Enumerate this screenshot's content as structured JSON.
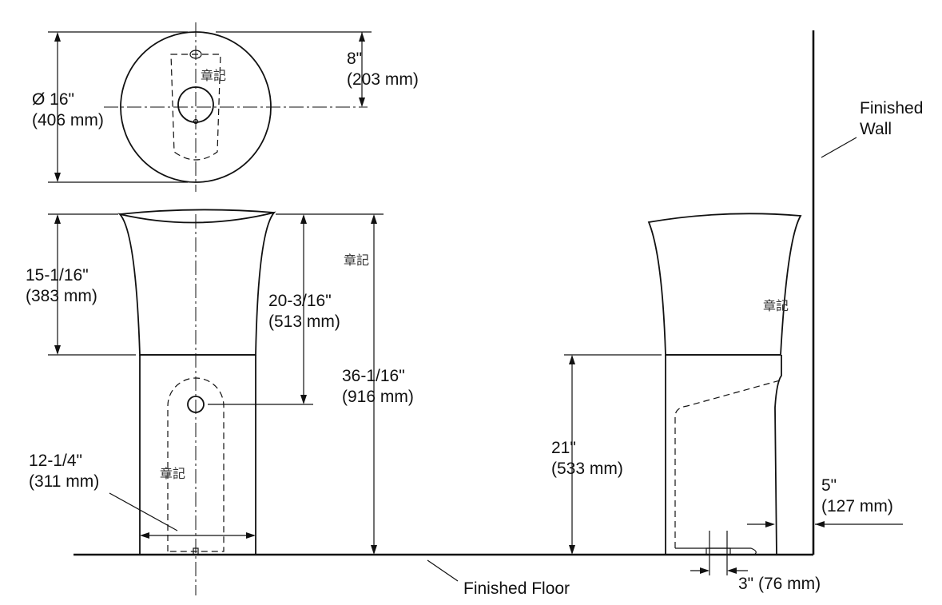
{
  "dimensions": {
    "diameter": {
      "in": "Ø 16\"",
      "mm": "(406 mm)"
    },
    "center_offset": {
      "in": "8\"",
      "mm": "(203 mm)"
    },
    "bowl_height": {
      "in": "15-1/16\"",
      "mm": "(383 mm)"
    },
    "drain_height": {
      "in": "20-3/16\"",
      "mm": "(513 mm)"
    },
    "overall_height": {
      "in": "36-1/16\"",
      "mm": "(916 mm)"
    },
    "access_width": {
      "in": "12-1/4\"",
      "mm": "(311 mm)"
    },
    "base_height": {
      "in": "21\"",
      "mm": "(533 mm)"
    },
    "wall_offset": {
      "in": "5\"",
      "mm": "(127 mm)"
    },
    "foot_offset": {
      "text": "3\" (76 mm)"
    }
  },
  "labels": {
    "finished_wall_1": "Finished",
    "finished_wall_2": "Wall",
    "finished_floor": "Finished Floor"
  },
  "marks": {
    "stamp": "章記"
  }
}
